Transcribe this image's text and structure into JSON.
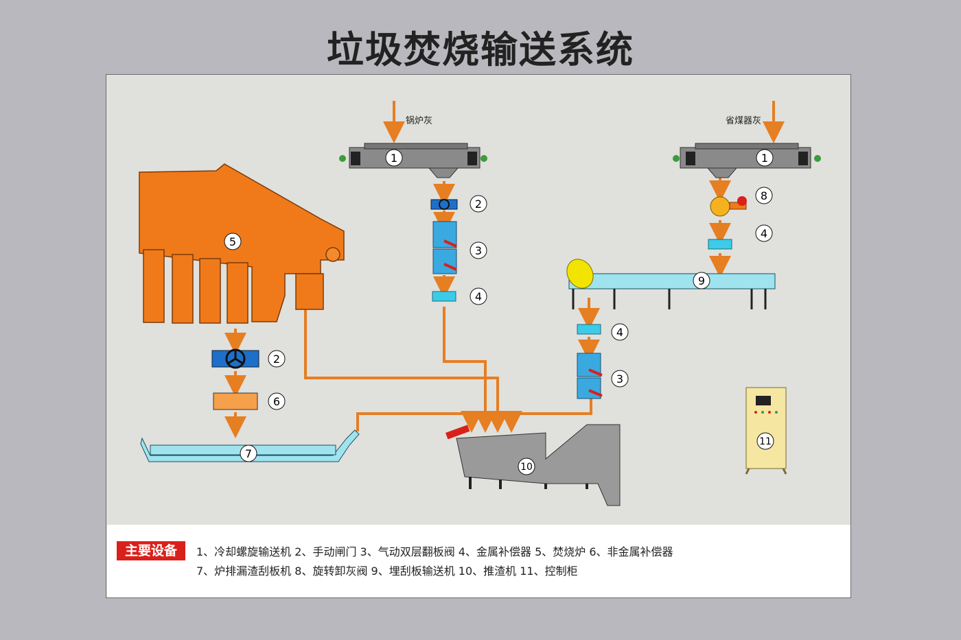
{
  "title": "垃圾焚烧输送系统",
  "source_labels": {
    "boiler_ash": "锅炉灰",
    "economizer_ash": "省煤器灰"
  },
  "markers": {
    "m1a": "1",
    "m1b": "1",
    "m2a": "2",
    "m2b": "2",
    "m3a": "3",
    "m3b": "3",
    "m4a": "4",
    "m4b": "4",
    "m4c": "4",
    "m5": "5",
    "m6": "6",
    "m7": "7",
    "m8": "8",
    "m9": "9",
    "m10": "10",
    "m11": "11"
  },
  "legend": {
    "heading": "主要设备",
    "line1": "1、冷却螺旋输送机  2、手动闸门  3、气动双层翻板阀  4、金属补偿器  5、焚烧炉  6、非金属补偿器",
    "line2": "7、炉排漏渣刮板机  8、旋转卸灰阀  9、埋刮板输送机  10、推渣机  11、控制柜"
  },
  "colors": {
    "flow": "#e67e22",
    "furnace": "#f07a1a",
    "equipment_blue": "#3aa9e0",
    "conveyor_cyan": "#9fe3ee",
    "legend_badge": "#d9201b"
  }
}
